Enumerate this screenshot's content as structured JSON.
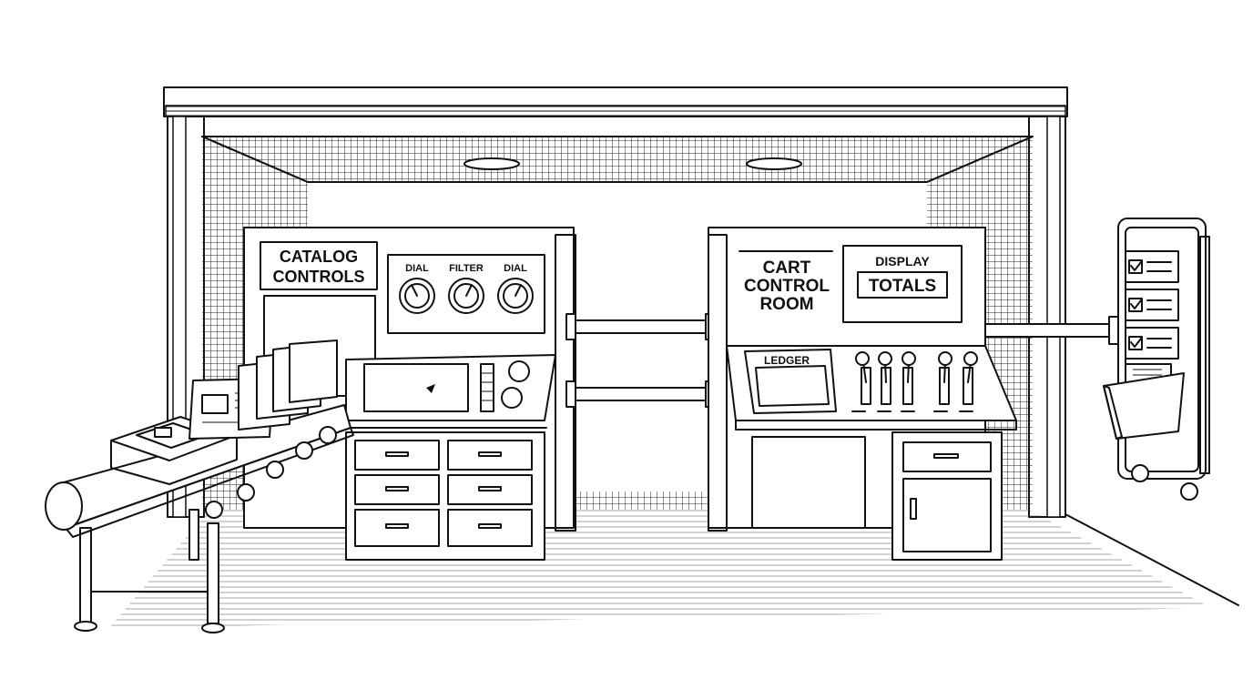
{
  "catalog": {
    "sign_line1": "CATALOG",
    "sign_line2": "CONTROLS",
    "dial_labels": [
      "DIAL",
      "FILTER",
      "DIAL"
    ]
  },
  "cart": {
    "sign_line1": "CART",
    "sign_line2": "CONTROL",
    "sign_line3": "ROOM",
    "display_label": "DISPLAY",
    "totals_label": "TOTALS",
    "ledger_label": "LEDGER"
  },
  "icons": [
    "checkbox-icon",
    "drawer-handle-icon",
    "lever-icon",
    "knob-icon"
  ]
}
